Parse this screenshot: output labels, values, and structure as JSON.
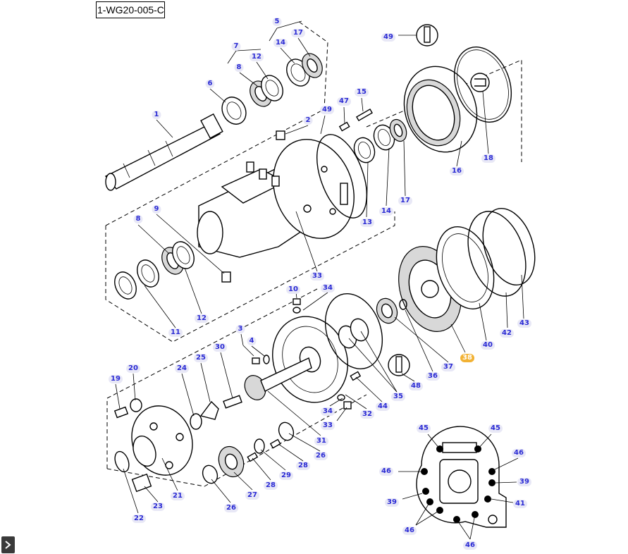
{
  "diagram": {
    "code": "1-WG20-005-C",
    "highlighted_part": "38",
    "part_labels": [
      {
        "id": "49a",
        "text": "49",
        "role": "bolt-callout"
      },
      {
        "id": "5",
        "text": "5"
      },
      {
        "id": "17a",
        "text": "17"
      },
      {
        "id": "7",
        "text": "7"
      },
      {
        "id": "14a",
        "text": "14"
      },
      {
        "id": "12a",
        "text": "12"
      },
      {
        "id": "8a",
        "text": "8"
      },
      {
        "id": "6",
        "text": "6"
      },
      {
        "id": "1",
        "text": "1"
      },
      {
        "id": "47",
        "text": "47"
      },
      {
        "id": "15",
        "text": "15"
      },
      {
        "id": "49b",
        "text": "49"
      },
      {
        "id": "2",
        "text": "2"
      },
      {
        "id": "18",
        "text": "18"
      },
      {
        "id": "16",
        "text": "16"
      },
      {
        "id": "13",
        "text": "13"
      },
      {
        "id": "14b",
        "text": "14"
      },
      {
        "id": "17b",
        "text": "17"
      },
      {
        "id": "9",
        "text": "9"
      },
      {
        "id": "8b",
        "text": "8"
      },
      {
        "id": "33a",
        "text": "33"
      },
      {
        "id": "10",
        "text": "10"
      },
      {
        "id": "34a",
        "text": "34"
      },
      {
        "id": "12b",
        "text": "12"
      },
      {
        "id": "11",
        "text": "11"
      },
      {
        "id": "3",
        "text": "3"
      },
      {
        "id": "4",
        "text": "4"
      },
      {
        "id": "42",
        "text": "42"
      },
      {
        "id": "43",
        "text": "43"
      },
      {
        "id": "40",
        "text": "40"
      },
      {
        "id": "38",
        "text": "38"
      },
      {
        "id": "37",
        "text": "37"
      },
      {
        "id": "36",
        "text": "36"
      },
      {
        "id": "48",
        "text": "48"
      },
      {
        "id": "30",
        "text": "30"
      },
      {
        "id": "25",
        "text": "25"
      },
      {
        "id": "24",
        "text": "24"
      },
      {
        "id": "20",
        "text": "20"
      },
      {
        "id": "19",
        "text": "19"
      },
      {
        "id": "35",
        "text": "35"
      },
      {
        "id": "44",
        "text": "44"
      },
      {
        "id": "32",
        "text": "32"
      },
      {
        "id": "34b",
        "text": "34"
      },
      {
        "id": "33b",
        "text": "33"
      },
      {
        "id": "31",
        "text": "31"
      },
      {
        "id": "26a",
        "text": "26"
      },
      {
        "id": "28a",
        "text": "28"
      },
      {
        "id": "29",
        "text": "29"
      },
      {
        "id": "28b",
        "text": "28"
      },
      {
        "id": "27",
        "text": "27"
      },
      {
        "id": "26b",
        "text": "26"
      },
      {
        "id": "21",
        "text": "21"
      },
      {
        "id": "23",
        "text": "23"
      },
      {
        "id": "22",
        "text": "22"
      },
      {
        "id": "45a",
        "text": "45"
      },
      {
        "id": "45b",
        "text": "45"
      },
      {
        "id": "46a",
        "text": "46"
      },
      {
        "id": "46b",
        "text": "46"
      },
      {
        "id": "39a",
        "text": "39"
      },
      {
        "id": "39b",
        "text": "39"
      },
      {
        "id": "41",
        "text": "41"
      },
      {
        "id": "46c",
        "text": "46"
      },
      {
        "id": "46d",
        "text": "46"
      }
    ]
  },
  "nav": {
    "toggle_icon": "chevron-right-icon"
  }
}
